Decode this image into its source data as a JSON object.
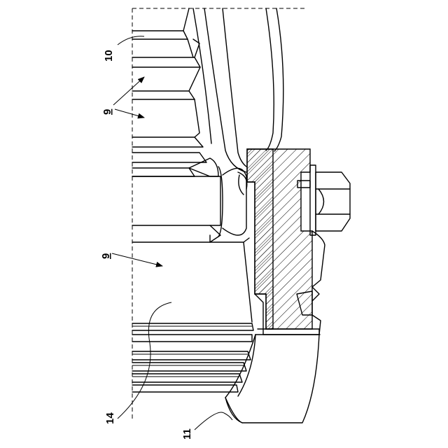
{
  "figure": {
    "labels": {
      "part_10": "10",
      "part_9_upper": "9",
      "part_9_lower": "9",
      "part_14": "14",
      "part_11": "11"
    },
    "colors": {
      "ink": "#000000",
      "background": "#ffffff"
    }
  }
}
